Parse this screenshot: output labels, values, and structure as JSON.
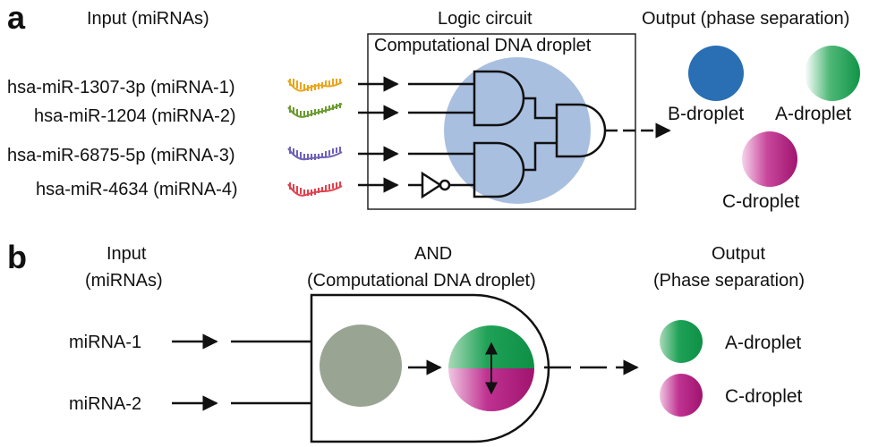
{
  "panel_a": {
    "letter": "a",
    "input_title": "Input (miRNAs)",
    "circuit_title": "Logic circuit",
    "box_title": "Computational DNA droplet",
    "output_title": "Output (phase separation)",
    "inputs": [
      {
        "label": "hsa-miR-1307-3p (miRNA-1)",
        "color": "#e9a51c"
      },
      {
        "label": "hsa-miR-1204 (miRNA-2)",
        "color": "#6b9b2f"
      },
      {
        "label": "hsa-miR-6875-5p (miRNA-3)",
        "color": "#6f62b8"
      },
      {
        "label": "hsa-miR-4634 (miRNA-4)",
        "color": "#e0414d"
      }
    ],
    "outputs": {
      "b_label": "B-droplet",
      "a_label": "A-droplet",
      "c_label": "C-droplet"
    }
  },
  "panel_b": {
    "letter": "b",
    "input_title_1": "Input",
    "input_title_2": "(miRNAs)",
    "gate_title_1": "AND",
    "gate_title_2": "(Computational DNA droplet)",
    "output_title_1": "Output",
    "output_title_2": "(Phase separation)",
    "input_1": "miRNA-1",
    "input_2": "miRNA-2",
    "out_a": "A-droplet",
    "out_c": "C-droplet"
  },
  "colors": {
    "droplet_blue": "#2a6fb3",
    "droplet_green": "#169a4e",
    "droplet_magenta": "#b3197f",
    "droplet_gray": "#9aa493",
    "circuit_bg": "#a9bfe0"
  }
}
